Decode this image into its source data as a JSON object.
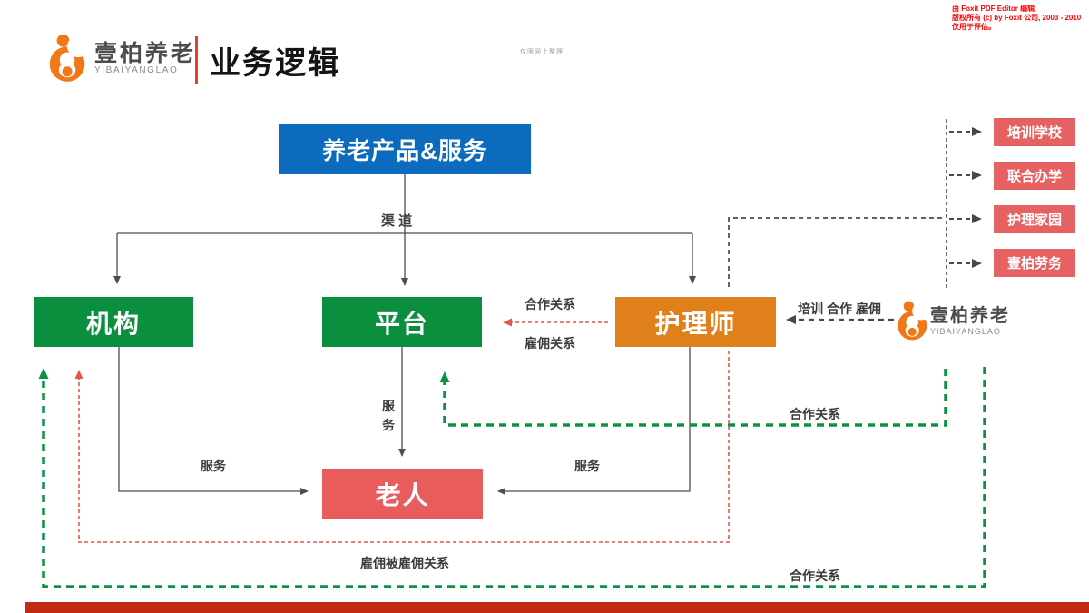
{
  "header": {
    "brand_cn": "壹柏养老",
    "brand_en": "YIBAIYANGLAO",
    "page_title": "业务逻辑",
    "tiny_note": "仅限网上整理",
    "watermark": {
      "line1": "由 Foxit PDF Editor 编辑",
      "line2": "版权所有 (c) by Foxit 公司, 2003 - 2010",
      "line3": "仅用于评估。"
    }
  },
  "nodes": {
    "product": "养老产品&服务",
    "org": "机构",
    "platform": "平台",
    "nurse": "护理师",
    "elder": "老人"
  },
  "right_branches": [
    "培训学校",
    "联合办学",
    "护理家园",
    "壹柏劳务"
  ],
  "right_logo": {
    "brand_cn": "壹柏养老",
    "brand_en": "YIBAIYANGLAO"
  },
  "edge_labels": {
    "channel": "渠 道",
    "cooperation_top": "合作关系",
    "employment": "雇佣关系",
    "train_coop_hire": "培训 合作 雇佣",
    "service_org_elder": "服务",
    "service_platform_elder": "服务",
    "service_nurse_elder": "服务",
    "cooperation_mid": "合作关系",
    "employment_loop": "雇佣被雇佣关系",
    "cooperation_bottom": "合作关系"
  },
  "icons": {
    "brand_icon": "person-hug-icon"
  },
  "colors": {
    "blue_box": "#0D6BBD",
    "green_box": "#0A8F3F",
    "orange_box": "#E0801B",
    "salmon_box": "#E85C5C",
    "branch_box": "#E66161",
    "green_dash": "#0D9143",
    "red_dash": "#E4574F",
    "line_gray": "#4D4D4D",
    "bottom_bar": "#C32A12",
    "watermark_red": "#FF0000",
    "brand_orange": "#F07818"
  }
}
